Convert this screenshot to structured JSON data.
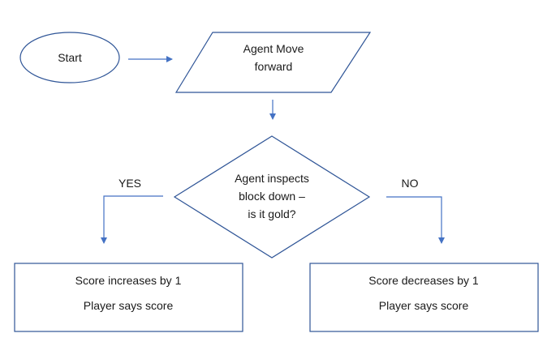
{
  "flowchart": {
    "start": {
      "label": "Start"
    },
    "move": {
      "line1": "Agent Move",
      "line2": "forward"
    },
    "decision": {
      "line1": "Agent inspects",
      "line2": "block down –",
      "line3": "is it gold?"
    },
    "yes_label": "YES",
    "no_label": "NO",
    "yes_box": {
      "line1": "Score increases by 1",
      "line2": "Player says score"
    },
    "no_box": {
      "line1": "Score decreases by 1",
      "line2": "Player says score"
    },
    "colors": {
      "stroke": "#2f5597",
      "arrow": "#4472c4"
    }
  }
}
